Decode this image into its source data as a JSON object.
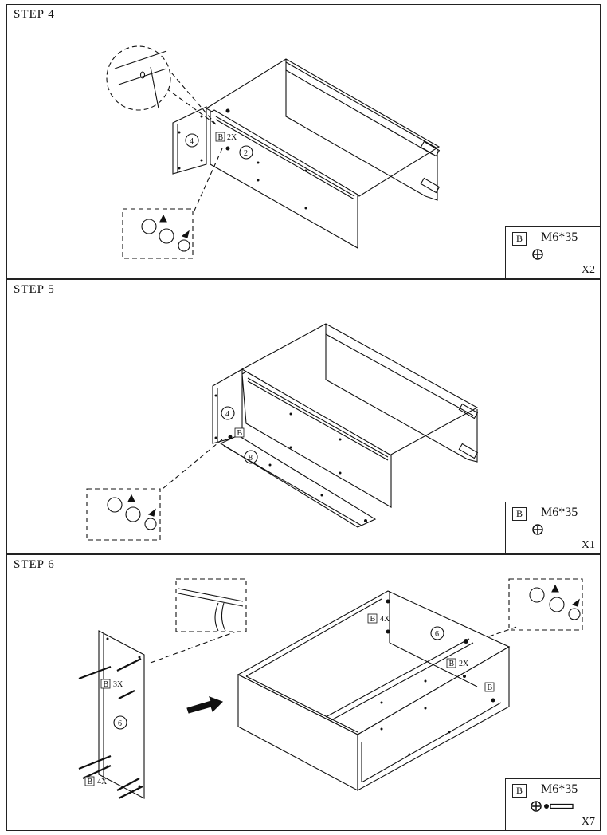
{
  "steps": [
    {
      "title": "STEP 4",
      "parts": [
        "4",
        "2"
      ],
      "callouts": [
        "B",
        "2X"
      ],
      "hardware": {
        "letter": "B",
        "size": "M6*35",
        "qty": "X2"
      }
    },
    {
      "title": "STEP 5",
      "parts": [
        "4",
        "8"
      ],
      "callouts": [
        "B"
      ],
      "hardware": {
        "letter": "B",
        "size": "M6*35",
        "qty": "X1"
      }
    },
    {
      "title": "STEP 6",
      "parts": [
        "6",
        "6"
      ],
      "callouts": [
        "B",
        "3X",
        "B",
        "4X",
        "B",
        "4X",
        "B",
        "2X",
        "B"
      ],
      "hardware": {
        "letter": "B",
        "size": "M6*35",
        "qty": "X7"
      }
    }
  ]
}
